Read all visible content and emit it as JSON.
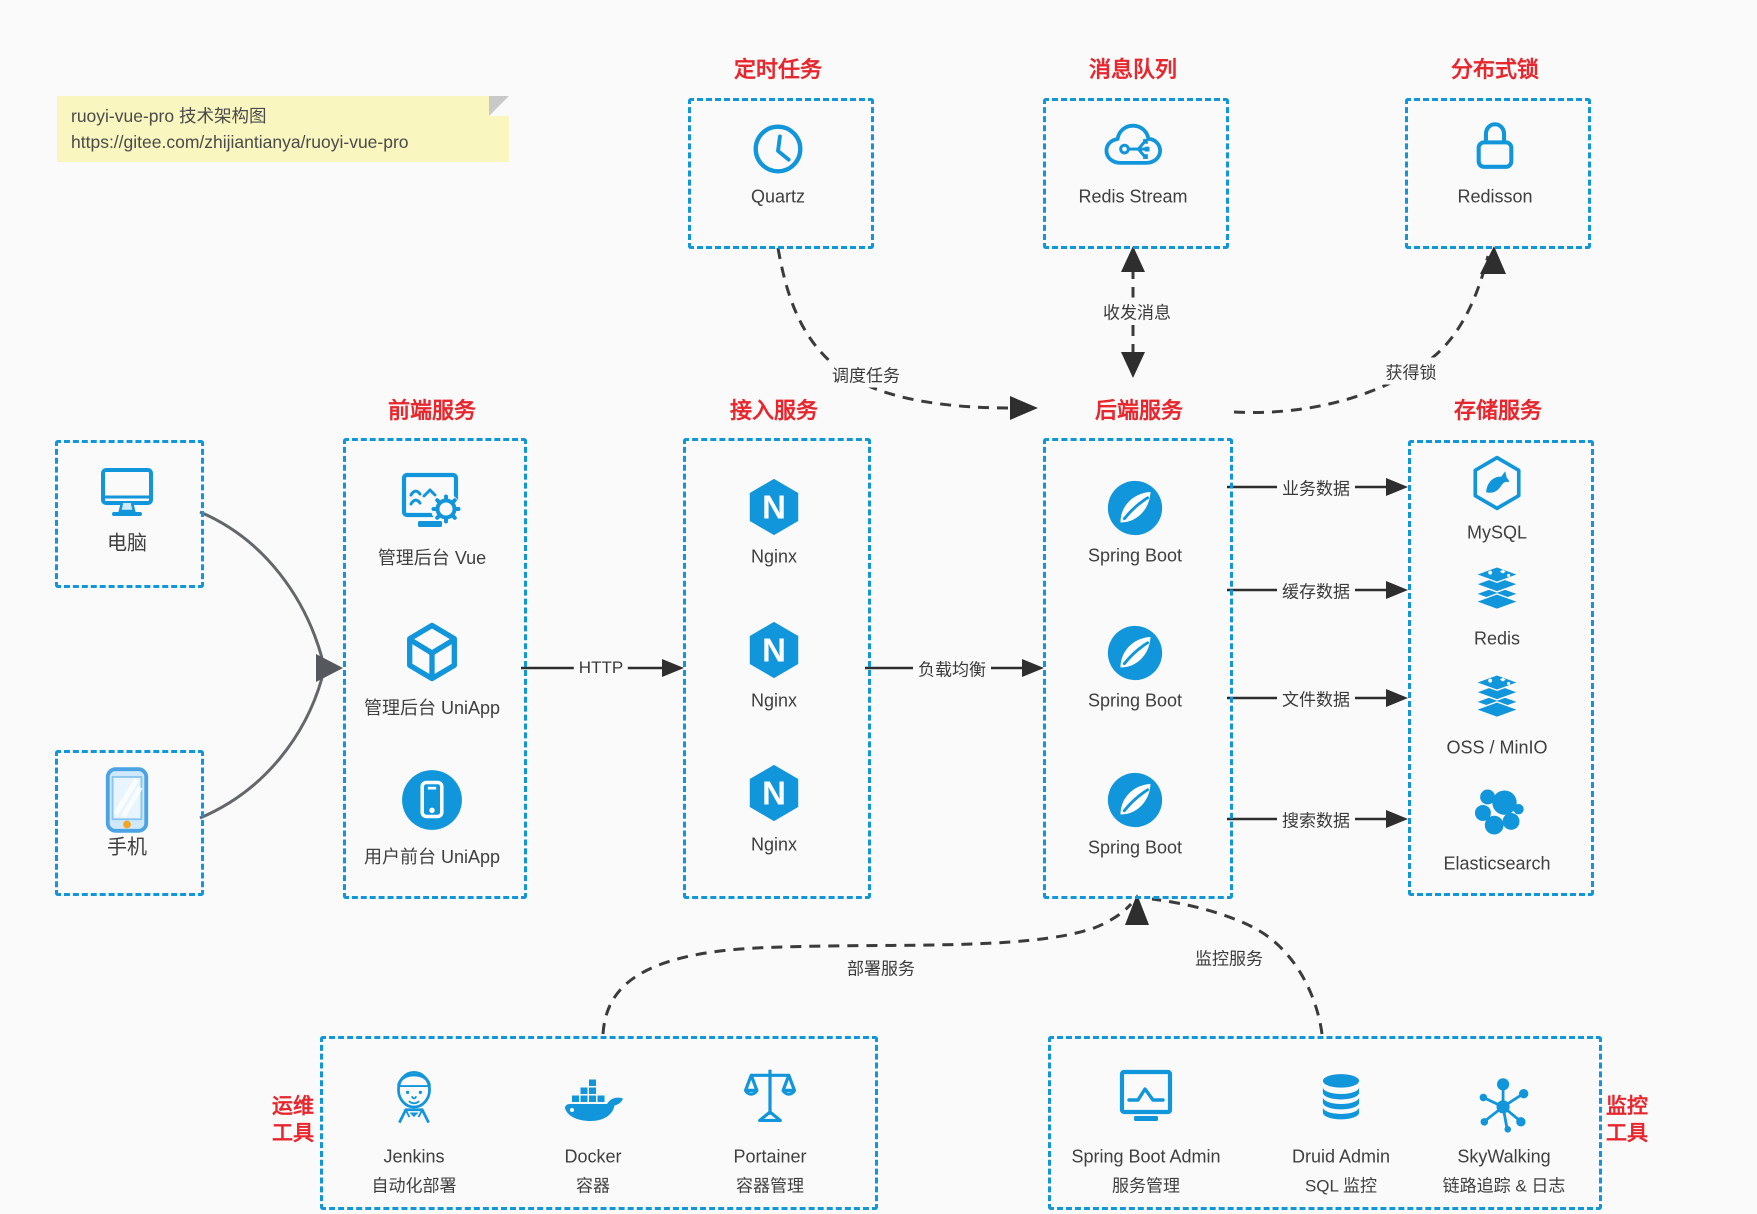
{
  "note": {
    "line1": "ruoyi-vue-pro 技术架构图",
    "line2": "https://gitee.com/zhijiantianya/ruoyi-vue-pro"
  },
  "colors": {
    "accent_blue": "#1296db",
    "title_red": "#e8262d",
    "background": "#fafafa",
    "connector_dark": "#2e2e2e",
    "note_yellow": "#faf6c0"
  },
  "clients": [
    {
      "label": "电脑",
      "icon": "desktop-icon"
    },
    {
      "label": "手机",
      "icon": "smartphone-icon"
    }
  ],
  "top_groups": [
    {
      "title": "定时任务",
      "item": {
        "label": "Quartz",
        "icon": "clock-icon"
      }
    },
    {
      "title": "消息队列",
      "item": {
        "label": "Redis Stream",
        "icon": "cloud-mq-icon"
      }
    },
    {
      "title": "分布式锁",
      "item": {
        "label": "Redisson",
        "icon": "lock-icon"
      }
    }
  ],
  "columns": [
    {
      "title": "前端服务",
      "items": [
        {
          "label": "管理后台 Vue",
          "icon": "admin-vue-icon"
        },
        {
          "label": "管理后台 UniApp",
          "icon": "uniapp-cube-icon"
        },
        {
          "label": "用户前台 UniApp",
          "icon": "user-app-icon"
        }
      ]
    },
    {
      "title": "接入服务",
      "items": [
        {
          "label": "Nginx",
          "icon": "nginx-icon"
        },
        {
          "label": "Nginx",
          "icon": "nginx-icon"
        },
        {
          "label": "Nginx",
          "icon": "nginx-icon"
        }
      ]
    },
    {
      "title": "后端服务",
      "items": [
        {
          "label": "Spring Boot",
          "icon": "spring-leaf-icon"
        },
        {
          "label": "Spring Boot",
          "icon": "spring-leaf-icon"
        },
        {
          "label": "Spring Boot",
          "icon": "spring-leaf-icon"
        }
      ]
    },
    {
      "title": "存储服务",
      "items": [
        {
          "label": "MySQL",
          "icon": "mysql-icon"
        },
        {
          "label": "Redis",
          "icon": "redis-icon"
        },
        {
          "label": "OSS / MinIO",
          "icon": "oss-minio-icon"
        },
        {
          "label": "Elasticsearch",
          "icon": "elasticsearch-icon"
        }
      ]
    }
  ],
  "edges": {
    "http": "HTTP",
    "load_balance": "负载均衡",
    "schedule": "调度任务",
    "message": "收发消息",
    "lock": "获得锁",
    "deploy": "部署服务",
    "monitor": "监控服务",
    "data_flows": [
      "业务数据",
      "缓存数据",
      "文件数据",
      "搜索数据"
    ]
  },
  "bottom_groups": [
    {
      "title_lines": [
        "运维",
        "工具"
      ],
      "items": [
        {
          "name": "Jenkins",
          "desc": "自动化部署",
          "icon": "jenkins-icon"
        },
        {
          "name": "Docker",
          "desc": "容器",
          "icon": "docker-icon"
        },
        {
          "name": "Portainer",
          "desc": "容器管理",
          "icon": "portainer-icon"
        }
      ]
    },
    {
      "title_lines": [
        "监控",
        "工具"
      ],
      "items": [
        {
          "name": "Spring Boot Admin",
          "desc": "服务管理",
          "icon": "spring-boot-admin-icon"
        },
        {
          "name": "Druid Admin",
          "desc": "SQL 监控",
          "icon": "druid-icon"
        },
        {
          "name": "SkyWalking",
          "desc": "链路追踪 & 日志",
          "icon": "skywalking-icon"
        }
      ]
    }
  ]
}
